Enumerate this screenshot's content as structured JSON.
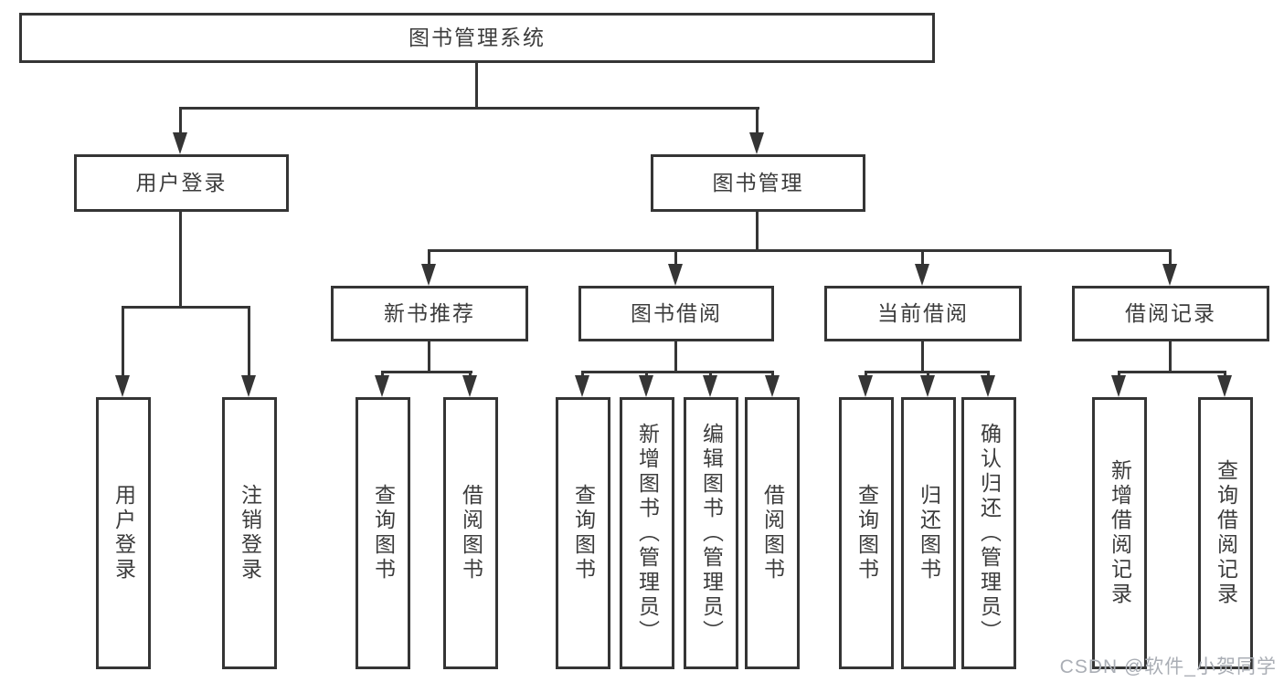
{
  "diagram": {
    "type": "hierarchy-tree",
    "background_color": "#ffffff",
    "line_color": "#353535",
    "box_border_color": "#353535",
    "text_color": "#3c3c3c",
    "nodes": {
      "root": {
        "label": "图书管理系统",
        "level": 0,
        "parent": null
      },
      "user_login": {
        "label": "用户登录",
        "level": 1,
        "parent": "root"
      },
      "book_mgmt": {
        "label": "图书管理",
        "level": 1,
        "parent": "root"
      },
      "new_book_rec": {
        "label": "新书推荐",
        "level": 2,
        "parent": "book_mgmt"
      },
      "book_borrow": {
        "label": "图书借阅",
        "level": 2,
        "parent": "book_mgmt"
      },
      "current_borrow": {
        "label": "当前借阅",
        "level": 2,
        "parent": "book_mgmt"
      },
      "borrow_records": {
        "label": "借阅记录",
        "level": 2,
        "parent": "book_mgmt"
      },
      "login_leaf": {
        "label": "用户登录",
        "level": 3,
        "parent": "user_login"
      },
      "logout_leaf": {
        "label": "注销登录",
        "level": 3,
        "parent": "user_login"
      },
      "rec_query_books": {
        "label": "查询图书",
        "level": 3,
        "parent": "new_book_rec"
      },
      "rec_borrow_books": {
        "label": "借阅图书",
        "level": 3,
        "parent": "new_book_rec"
      },
      "bb_query_books": {
        "label": "查询图书",
        "level": 3,
        "parent": "book_borrow"
      },
      "bb_add_books": {
        "label": "新增图书（管理员）",
        "level": 3,
        "parent": "book_borrow"
      },
      "bb_edit_books": {
        "label": "编辑图书（管理员）",
        "level": 3,
        "parent": "book_borrow"
      },
      "bb_borrow_books": {
        "label": "借阅图书",
        "level": 3,
        "parent": "book_borrow"
      },
      "cb_query_books": {
        "label": "查询图书",
        "level": 3,
        "parent": "current_borrow"
      },
      "cb_return_books": {
        "label": "归还图书",
        "level": 3,
        "parent": "current_borrow"
      },
      "cb_confirm_return": {
        "label": "确认归还（管理员）",
        "level": 3,
        "parent": "current_borrow"
      },
      "br_add_record": {
        "label": "新增借阅记录",
        "level": 3,
        "parent": "borrow_records"
      },
      "br_query_record": {
        "label": "查询借阅记录",
        "level": 3,
        "parent": "borrow_records"
      }
    },
    "watermark": {
      "text": "CSDN @软件_小贺同学",
      "color": "#aaaeb5"
    }
  }
}
